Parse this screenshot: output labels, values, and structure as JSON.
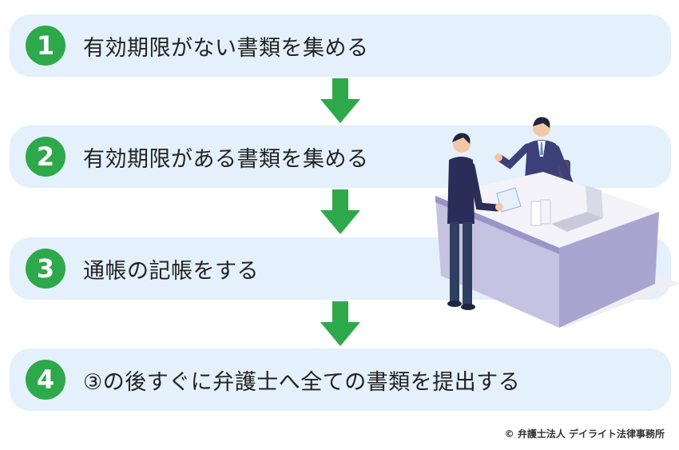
{
  "steps": [
    {
      "number": "1",
      "label": "有効期限がない書類を集める"
    },
    {
      "number": "2",
      "label": "有効期限がある書類を集める"
    },
    {
      "number": "3",
      "label": "通帳の記帳をする"
    },
    {
      "number": "4",
      "label": "③の後すぐに弁護士へ全ての書類を提出する"
    }
  ],
  "copyright": "© 弁護士法人 デイライト法律事務所",
  "colors": {
    "accent": "#2da84a",
    "step_bg": "#e4f0fb"
  }
}
